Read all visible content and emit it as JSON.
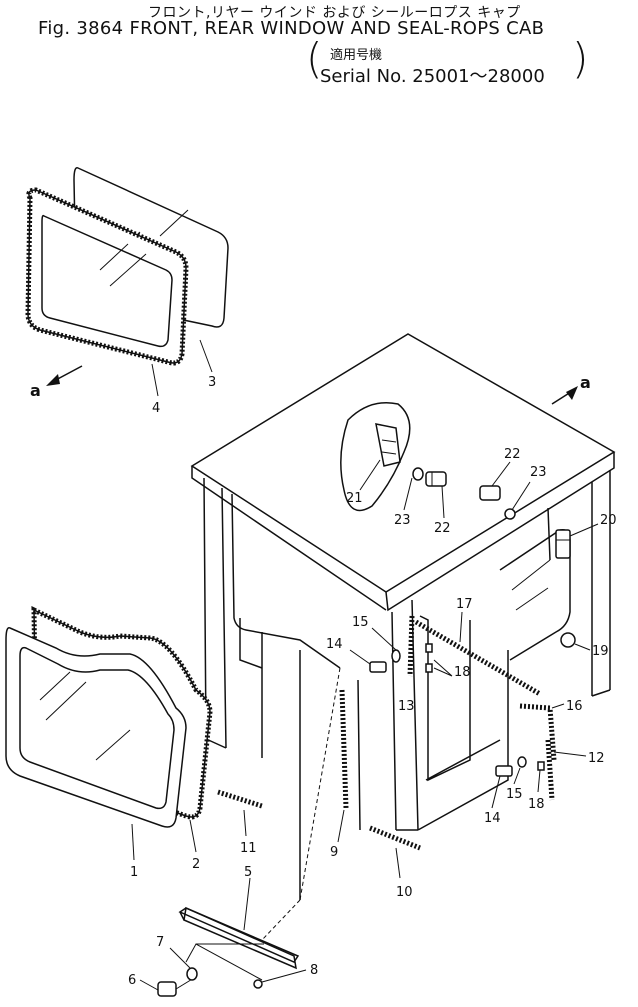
{
  "header": {
    "title_jp": "フロント,リヤー ウインド および シールーロプス キャプ",
    "title": "Fig. 3864  FRONT, REAR WINDOW  AND SEAL-ROPS CAB",
    "serial_jp": "適用号機",
    "serial": "Serial No. 25001～28000"
  },
  "callouts": {
    "a_left": "a",
    "a_right": "a",
    "n1": "1",
    "n2": "2",
    "n3": "3",
    "n4": "4",
    "n5": "5",
    "n6": "6",
    "n7": "7",
    "n8": "8",
    "n9": "9",
    "n10": "10",
    "n11": "11",
    "n12": "12",
    "n13": "13",
    "n14a": "14",
    "n14b": "14",
    "n15a": "15",
    "n15b": "15",
    "n16": "16",
    "n17": "17",
    "n18a": "18",
    "n18b": "18",
    "n19": "19",
    "n20": "20",
    "n21": "21",
    "n22a": "22",
    "n22b": "22",
    "n23a": "23",
    "n23b": "23"
  }
}
